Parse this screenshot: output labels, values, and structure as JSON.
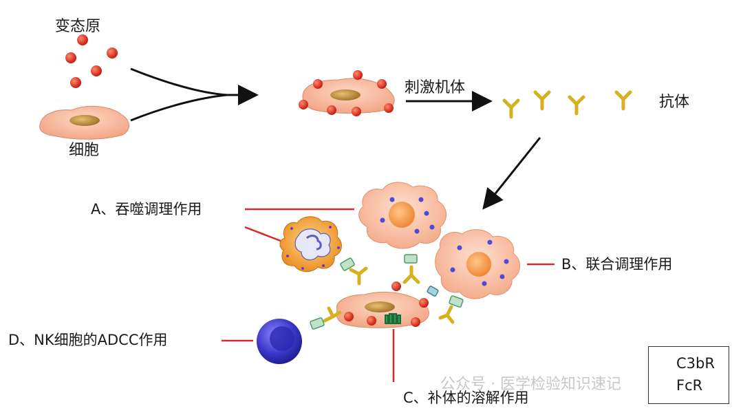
{
  "labels": {
    "allergen": "变态原",
    "cell": "细胞",
    "stimulate": "刺激机体",
    "antibody": "抗体",
    "a_label": "A、吞噬调理作用",
    "b_label": "B、联合调理作用",
    "c_label": "C、补体的溶解作用",
    "d_label": "D、NK细胞的ADCC作用"
  },
  "legend": {
    "items": [
      {
        "name": "C3bR",
        "icon": "c3br-receptor-icon",
        "color": "#c9a06a"
      },
      {
        "name": "FcR",
        "icon": "fcr-receptor-icon",
        "color": "#8fc7a3"
      }
    ]
  },
  "watermark": "公众号 · 医学检验知识速记",
  "colors": {
    "red_particle": "#d8251c",
    "cell_fill": "#f5b99a",
    "nucleus": "#c7943c",
    "antibody": "#d4b21f",
    "macrophage": "#f8c4a8",
    "macrophage_nucleus": "#f39a4e",
    "nk_cell": "#3a37c9",
    "neutrophil": "#f2a93c",
    "pointer_line": "#d62a2a"
  }
}
